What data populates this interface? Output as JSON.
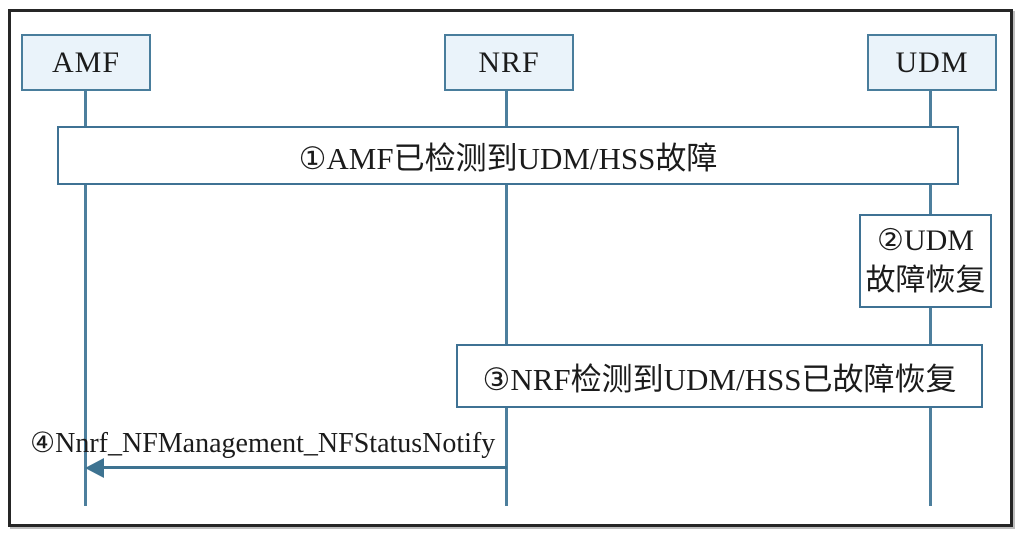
{
  "diagram": {
    "type": "sequence-diagram",
    "actors": [
      {
        "id": "amf",
        "label": "AMF"
      },
      {
        "id": "nrf",
        "label": "NRF"
      },
      {
        "id": "udm",
        "label": "UDM"
      }
    ],
    "notes": [
      {
        "id": "step1",
        "text": "①AMF已检测到UDM/HSS故障",
        "spans": "AMF-to-UDM"
      },
      {
        "id": "step2",
        "line1": "②UDM",
        "line2": "故障恢复",
        "on": "UDM"
      },
      {
        "id": "step3",
        "text": "③NRF检测到UDM/HSS已故障恢复",
        "spans": "NRF-to-UDM"
      }
    ],
    "messages": [
      {
        "id": "step4",
        "label": "④Nnrf_NFManagement_NFStatusNotify",
        "from": "NRF",
        "to": "AMF",
        "direction": "left"
      }
    ],
    "colors": {
      "frame_border": "#262626",
      "actor_fill": "#eaf3fa",
      "actor_border": "#497d9c",
      "note_border": "#3f7294",
      "lifeline": "#4d7f9d",
      "arrow": "#3e7391",
      "text": "#1b1b1b",
      "background": "#ffffff"
    }
  }
}
